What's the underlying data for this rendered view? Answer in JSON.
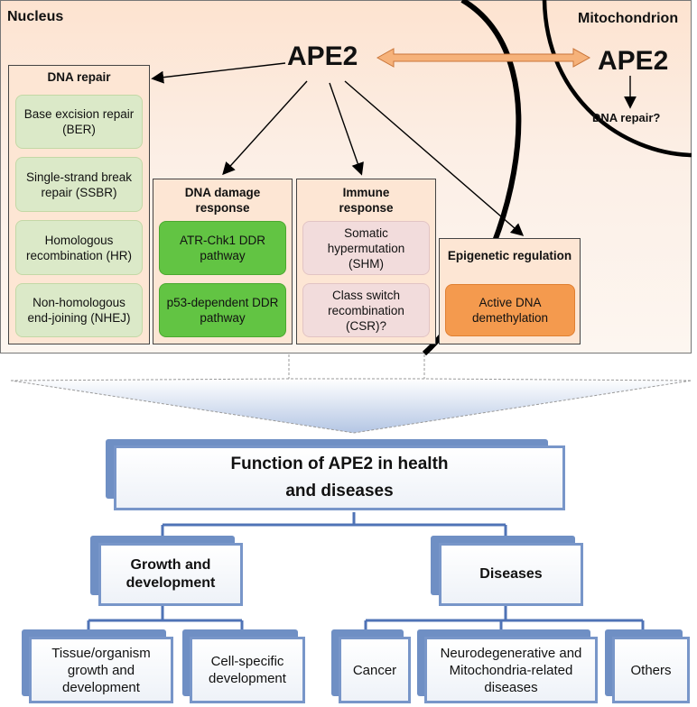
{
  "top": {
    "nucleus_label": "Nucleus",
    "mitochondrion_label": "Mitochondrion",
    "ape2_main": "APE2",
    "ape2_mito": "APE2",
    "mito_repair": "DNA repair?"
  },
  "groups": {
    "dna_repair": {
      "title": "DNA repair",
      "items": [
        "Base excision repair (BER)",
        "Single-strand break repair (SSBR)",
        "Homologous recombination (HR)",
        "Non-homologous end-joining (NHEJ)"
      ]
    },
    "ddr": {
      "title": "DNA damage response",
      "items": [
        "ATR-Chk1 DDR pathway",
        "p53-dependent DDR pathway"
      ]
    },
    "immune": {
      "title": "Immune response",
      "items": [
        "Somatic hypermutation (SHM)",
        "Class switch recombination (CSR)?"
      ]
    },
    "epigenetic": {
      "title": "Epigenetic regulation",
      "items": [
        "Active DNA demethylation"
      ]
    }
  },
  "bottom": {
    "root": "Function of APE2 in health and diseases",
    "growth": "Growth and development",
    "diseases": "Diseases",
    "leaves": [
      "Tissue/organism growth and development",
      "Cell-specific development",
      "Cancer",
      "Neurodegenerative and Mitochondria-related diseases",
      "Others"
    ]
  },
  "colors": {
    "panel_bg": "#fde3d0",
    "light_green": "#dbe9c8",
    "pink": "#f2dcdc",
    "dark_green": "#62c443",
    "orange": "#f49a4e",
    "arrow_orange": "#f6b27a",
    "card_border": "#7896c9"
  }
}
